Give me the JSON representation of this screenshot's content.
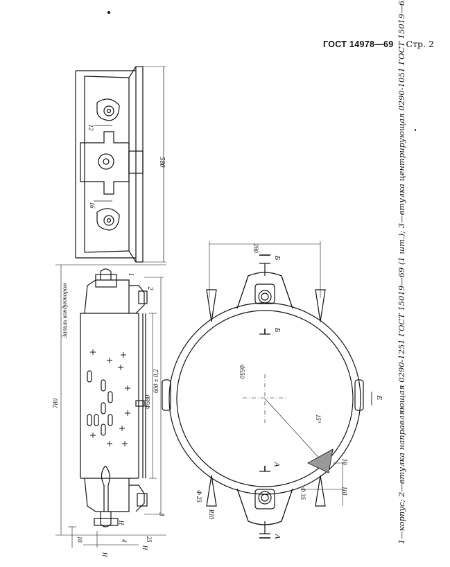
{
  "header": {
    "standard": "ГОСТ 14978—69",
    "page": "Стр. 2"
  },
  "top_view": {
    "dim_overall": "580",
    "dim_a": "12",
    "dim_b": "16"
  },
  "section_view": {
    "note": "Запиль кондуктором",
    "dim_height": "780",
    "dim_dia_inner": "Φ580",
    "dim_dia_outer": "600 ± 0,2",
    "dim_h1": "Н",
    "dim_h2": "Н",
    "dim_h3": "Н",
    "dim_4": "4",
    "dim_10": "10",
    "dim_25": "25",
    "callout_1": "1",
    "callout_2": "2",
    "callout_3": "3"
  },
  "plan_view": {
    "dim_dia": "Φ550",
    "dim_280": "280",
    "angle": "15°",
    "dim_f25_left": "Φ 25",
    "dim_f35": "Φ 35",
    "dim_110": "110",
    "dim_10": "10",
    "dim_r10": "R10",
    "mark_b_top": "Б",
    "mark_b_mid": "Б",
    "mark_a_mid": "А",
    "mark_a_bottom": "А",
    "mark_e": "Е"
  },
  "caption": "1—корпус; 2—втулка направляющая 0290-1251 ГОСТ 15019—69 (1 шт.); 3—втулка центрирующая 0290-1051 ГОСТ 15019—69 (1 шт.)."
}
